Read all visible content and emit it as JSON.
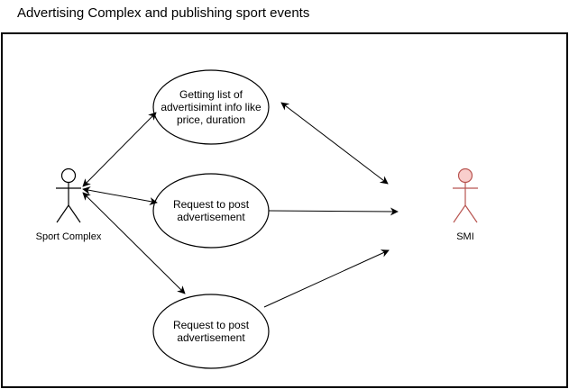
{
  "title": "Advertising Complex and publishing sport events",
  "actors": {
    "sport_complex": {
      "label": "Sport Complex",
      "color": "#000000",
      "fill": "#ffffff"
    },
    "smi": {
      "label": "SMI",
      "color": "#b85450",
      "fill": "#f8cecc"
    }
  },
  "use_cases": [
    {
      "id": "uc1",
      "label": "Getting list of advertisimint info like price, duration"
    },
    {
      "id": "uc2",
      "label": "Request to post advertisement"
    },
    {
      "id": "uc3",
      "label": "Request to post advertisement"
    }
  ],
  "colors": {
    "line": "#000000",
    "frame": "#000000",
    "background": "#ffffff"
  }
}
